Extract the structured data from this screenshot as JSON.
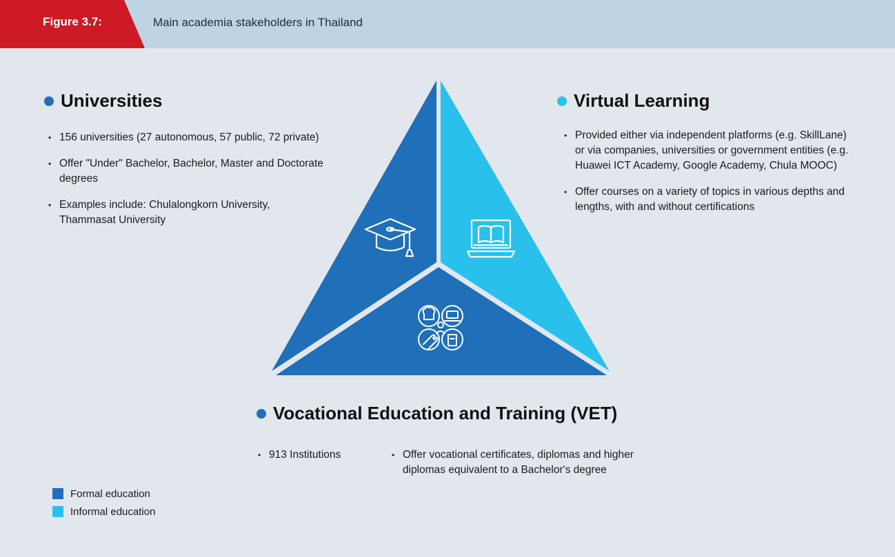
{
  "header": {
    "figure_label": "Figure 3.7:",
    "figure_title": "Main academia stakeholders in Thailand"
  },
  "colors": {
    "formal": "#1f6fb9",
    "informal": "#29c1eb",
    "accent_red": "#cd1a24"
  },
  "universities": {
    "title": "Universities",
    "icon": "graduation-cap-icon",
    "bullets": [
      "156 universities (27 autonomous, 57 public, 72 private)",
      "Offer \"Under\" Bachelor, Bachelor, Master and Doctorate degrees",
      "Examples include: Chulalongkorn University, Thammasat University"
    ]
  },
  "virtual_learning": {
    "title": "Virtual Learning",
    "icon": "laptop-book-icon",
    "bullets": [
      "Provided either via independent platforms (e.g. SkillLane) or via companies, universities or government entities (e.g. Huawei ICT Academy, Google Academy, Chula MOOC)",
      "Offer courses on a variety of topics in various depths and lengths, with and without certifications"
    ]
  },
  "vet": {
    "title": "Vocational Education and Training (VET)",
    "icon": "vocational-tools-icon",
    "bullet_left": "913 Institutions",
    "bullet_right": "Offer vocational certificates, diplomas and higher diplomas equivalent to a Bachelor's degree"
  },
  "legend": {
    "formal": "Formal education",
    "informal": "Informal education"
  }
}
